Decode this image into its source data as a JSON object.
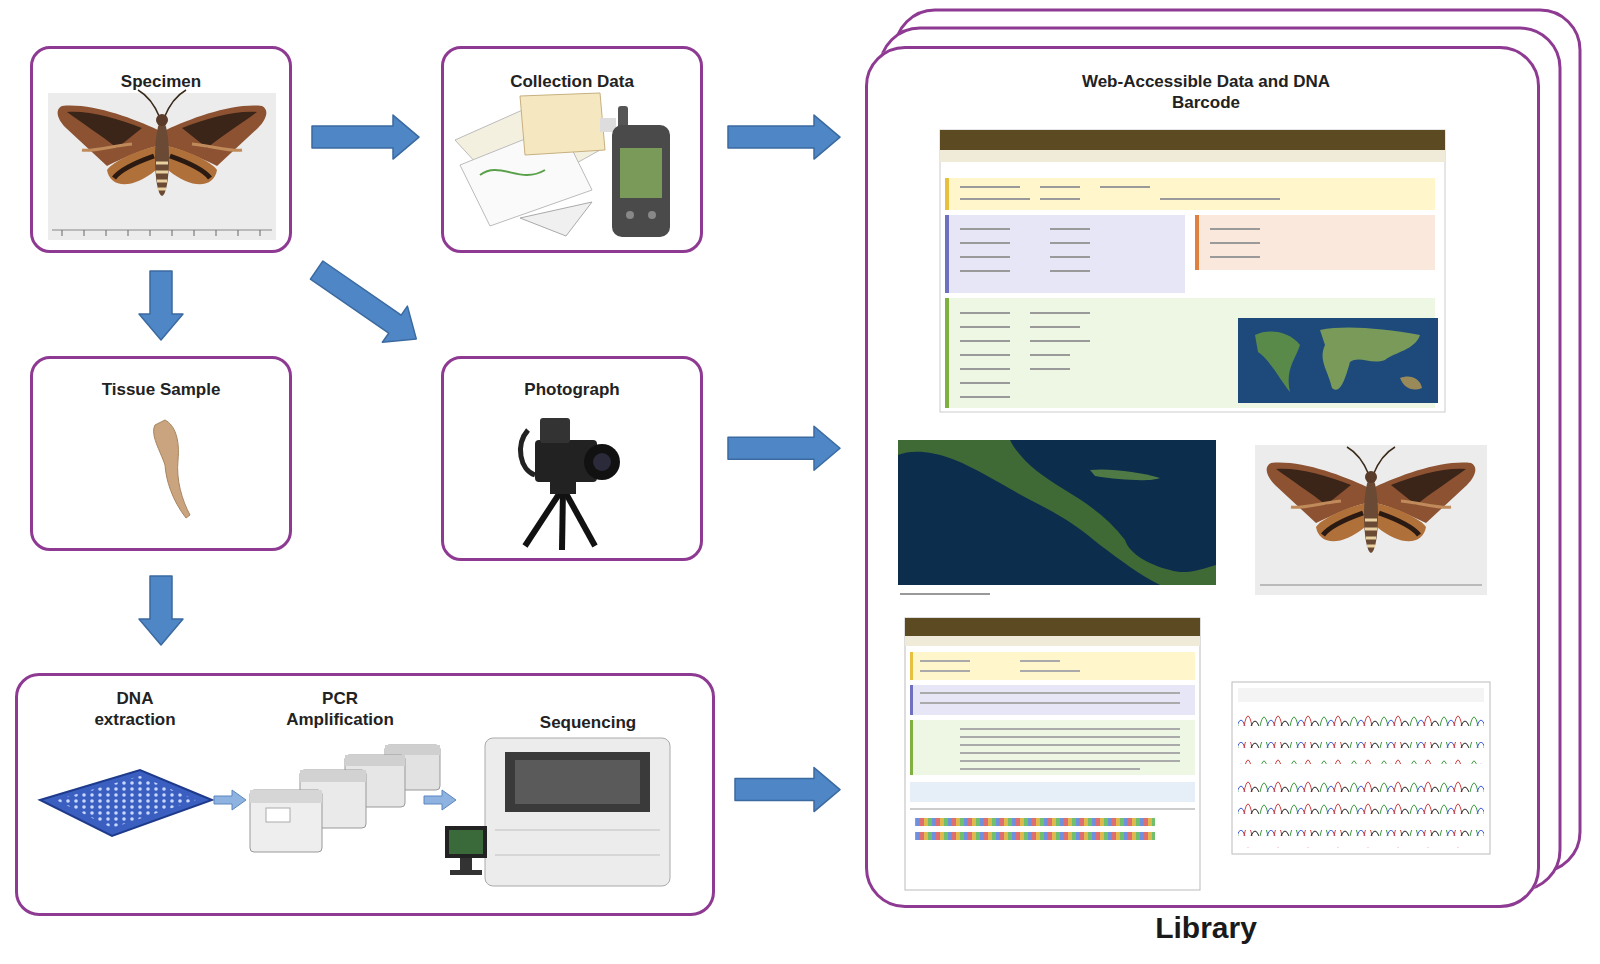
{
  "diagram": {
    "nodes": [
      {
        "text": [
          "Specimen"
        ]
      },
      {
        "text": [
          "Collection Data"
        ]
      },
      {
        "text": [
          "Tissue Sample"
        ]
      },
      {
        "text": [
          "Photograph"
        ]
      },
      {
        "text": [
          "DNA extraction",
          "PCR Amplification",
          "Sequencing"
        ]
      },
      {
        "text": [
          "Web-Accessible Data and DNA Barcode",
          "Library"
        ]
      }
    ],
    "edges": [
      {
        "from": 0,
        "to": 1,
        "arrow": "to"
      },
      {
        "from": 0,
        "to": 2,
        "arrow": "to"
      },
      {
        "from": 0,
        "to": 3,
        "arrow": "to"
      },
      {
        "from": 2,
        "to": 4,
        "arrow": "to"
      },
      {
        "from": 1,
        "to": 5,
        "arrow": "to"
      },
      {
        "from": 3,
        "to": 5,
        "arrow": "to"
      },
      {
        "from": 4,
        "to": 5,
        "arrow": "to"
      }
    ]
  }
}
